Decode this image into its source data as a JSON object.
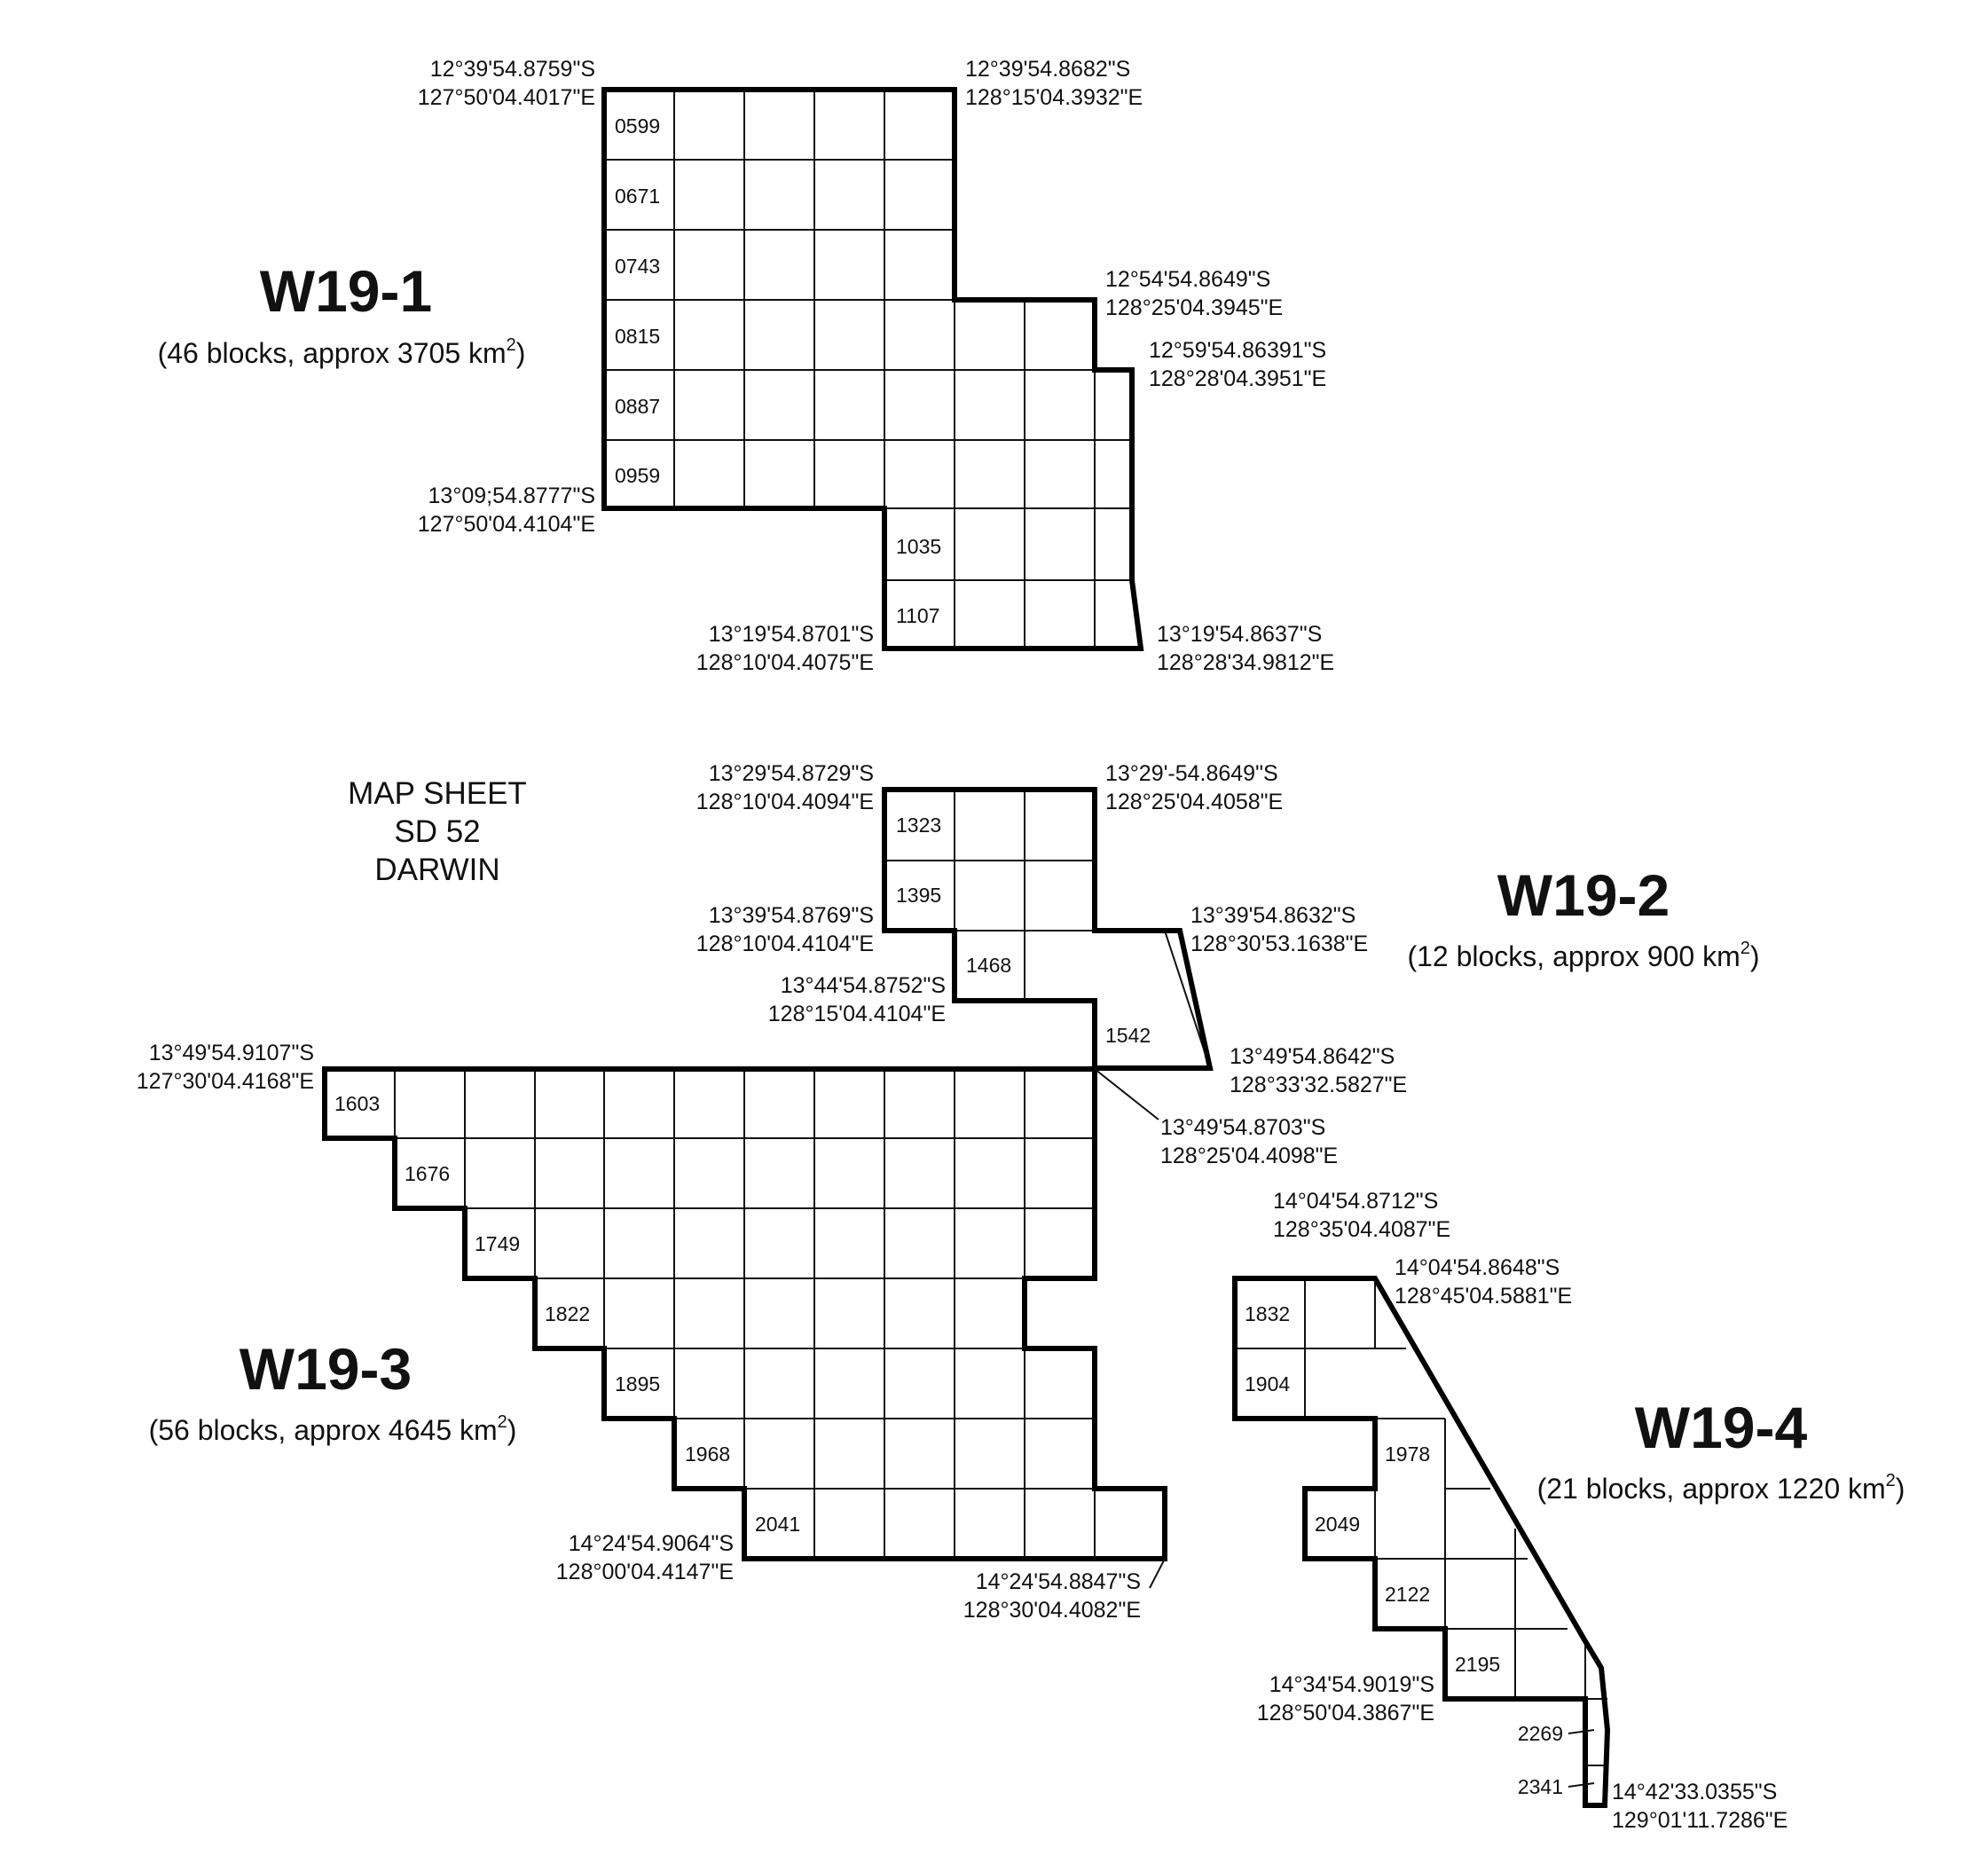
{
  "map_sheet": {
    "line1": "MAP SHEET",
    "line2": "SD 52",
    "line3": "DARWIN"
  },
  "areas": {
    "w19_1": {
      "name": "W19-1",
      "blocks_text": "(46 blocks, approx 3705 km",
      "sup": "2",
      "close": ")",
      "block_labels": [
        "0599",
        "0671",
        "0743",
        "0815",
        "0887",
        "0959",
        "1035",
        "1107"
      ],
      "coords": [
        [
          "12°39'54.8759\"S",
          "127°50'04.4017\"E"
        ],
        [
          "12°39'54.8682\"S",
          "128°15'04.3932\"E"
        ],
        [
          "12°54'54.8649\"S",
          "128°25'04.3945\"E"
        ],
        [
          "12°59'54.86391\"S",
          "128°28'04.3951\"E"
        ],
        [
          "13°09;54.8777\"S",
          "127°50'04.4104\"E"
        ],
        [
          "13°19'54.8701\"S",
          "128°10'04.4075\"E"
        ],
        [
          "13°19'54.8637\"S",
          "128°28'34.9812\"E"
        ]
      ]
    },
    "w19_2": {
      "name": "W19-2",
      "blocks_text": "(12 blocks, approx 900 km",
      "sup": "2",
      "close": ")",
      "block_labels": [
        "1323",
        "1395",
        "1468",
        "1542"
      ],
      "coords": [
        [
          "13°29'54.8729\"S",
          "128°10'04.4094\"E"
        ],
        [
          "13°29'-54.8649\"S",
          "128°25'04.4058\"E"
        ],
        [
          "13°39'54.8769\"S",
          "128°10'04.4104\"E"
        ],
        [
          "13°39'54.8632\"S",
          "128°30'53.1638\"E"
        ],
        [
          "13°44'54.8752\"S",
          "128°15'04.4104\"E"
        ],
        [
          "13°49'54.8642\"S",
          "128°33'32.5827\"E"
        ]
      ]
    },
    "w19_3": {
      "name": "W19-3",
      "blocks_text": "(56 blocks, approx 4645 km",
      "sup": "2",
      "close": ")",
      "block_labels": [
        "1603",
        "1676",
        "1749",
        "1822",
        "1895",
        "1968",
        "2041"
      ],
      "coords": [
        [
          "13°49'54.9107\"S",
          "127°30'04.4168\"E"
        ],
        [
          "13°49'54.8703\"S",
          "128°25'04.4098\"E"
        ],
        [
          "14°24'54.9064\"S",
          "128°00'04.4147\"E"
        ],
        [
          "14°24'54.8847\"S",
          "128°30'04.4082\"E"
        ]
      ]
    },
    "w19_4": {
      "name": "W19-4",
      "blocks_text": "(21 blocks, approx 1220 km",
      "sup": "2",
      "close": ")",
      "block_labels": [
        "1832",
        "1904",
        "1978",
        "2049",
        "2122",
        "2195",
        "2269",
        "2341"
      ],
      "coords": [
        [
          "14°04'54.8712\"S",
          "128°35'04.4087\"E"
        ],
        [
          "14°04'54.8648\"S",
          "128°45'04.5881\"E"
        ],
        [
          "14°34'54.9019\"S",
          "128°50'04.3867\"E"
        ],
        [
          "14°42'33.0355\"S",
          "129°01'11.7286\"E"
        ]
      ]
    }
  }
}
